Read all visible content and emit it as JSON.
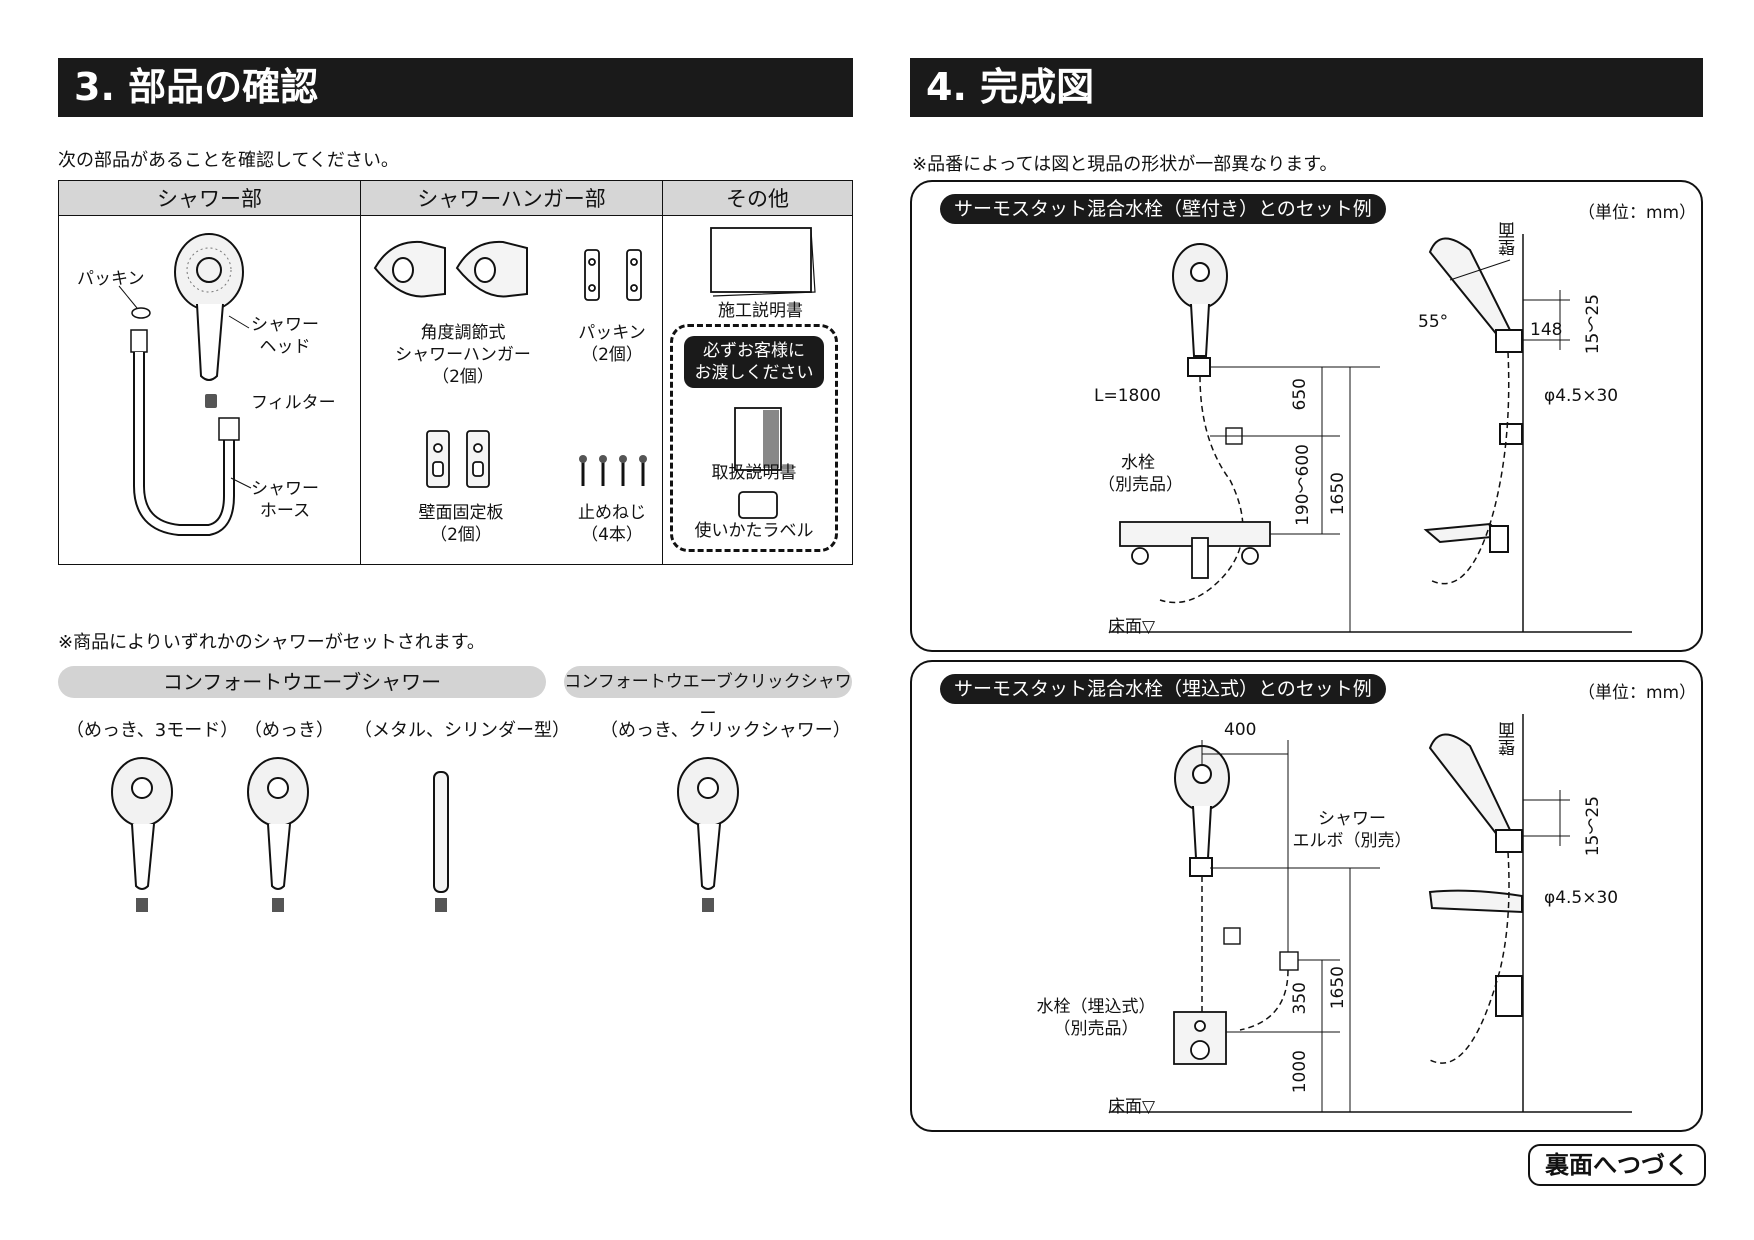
{
  "section3": {
    "title": "3. 部品の確認",
    "intro": "次の部品があることを確認してください。",
    "table_headers": [
      "シャワー部",
      "シャワーハンガー部",
      "その他"
    ],
    "shower": {
      "packing": "パッキン",
      "head": "シャワー\nヘッド",
      "filter": "フィルター",
      "hose": "シャワー\nホース"
    },
    "hanger": {
      "adjustable_hanger": "角度調節式\nシャワーハンガー\n（2個）",
      "packing": "パッキン\n（2個）",
      "wall_plate": "壁面固定板\n（2個）",
      "screws": "止めねじ\n（4本）"
    },
    "other": {
      "install_manual": "施工説明書",
      "notice": "必ずお客様に\nお渡しください",
      "user_manual": "取扱説明書",
      "label": "使いかたラベル"
    },
    "note": "※商品によりいずれかのシャワーがセットされます。",
    "variants_group1": "コンフォートウエーブシャワー",
    "variants_group2": "コンフォートウエーブクリックシャワー",
    "variants": [
      "（めっき、3モード）",
      "（めっき）",
      "（メタル、シリンダー型）",
      "（めっき、クリックシャワー）"
    ]
  },
  "section4": {
    "title": "4. 完成図",
    "note": "※品番によっては図と現品の形状が一部異なります。",
    "panel1": {
      "title": "サーモスタット混合水栓（壁付き）とのセット例",
      "unit": "（単位：mm）",
      "hose_length": "L=1800",
      "faucet": "水栓\n（別売品）",
      "floor": "床面▽",
      "wall": "壁面",
      "angle": "55°",
      "dims": [
        "650",
        "190〜600",
        "1650",
        "148",
        "15〜25",
        "φ4.5×30"
      ]
    },
    "panel2": {
      "title": "サーモスタット混合水栓（埋込式）とのセット例",
      "unit": "（単位：mm）",
      "elbow": "シャワー\nエルボ（別売）",
      "faucet": "水栓（埋込式）\n（別売品）",
      "floor": "床面▽",
      "wall": "壁面",
      "dims": [
        "400",
        "350",
        "1650",
        "1000",
        "15〜25",
        "φ4.5×30"
      ]
    },
    "continue": "裏面へつづく"
  }
}
